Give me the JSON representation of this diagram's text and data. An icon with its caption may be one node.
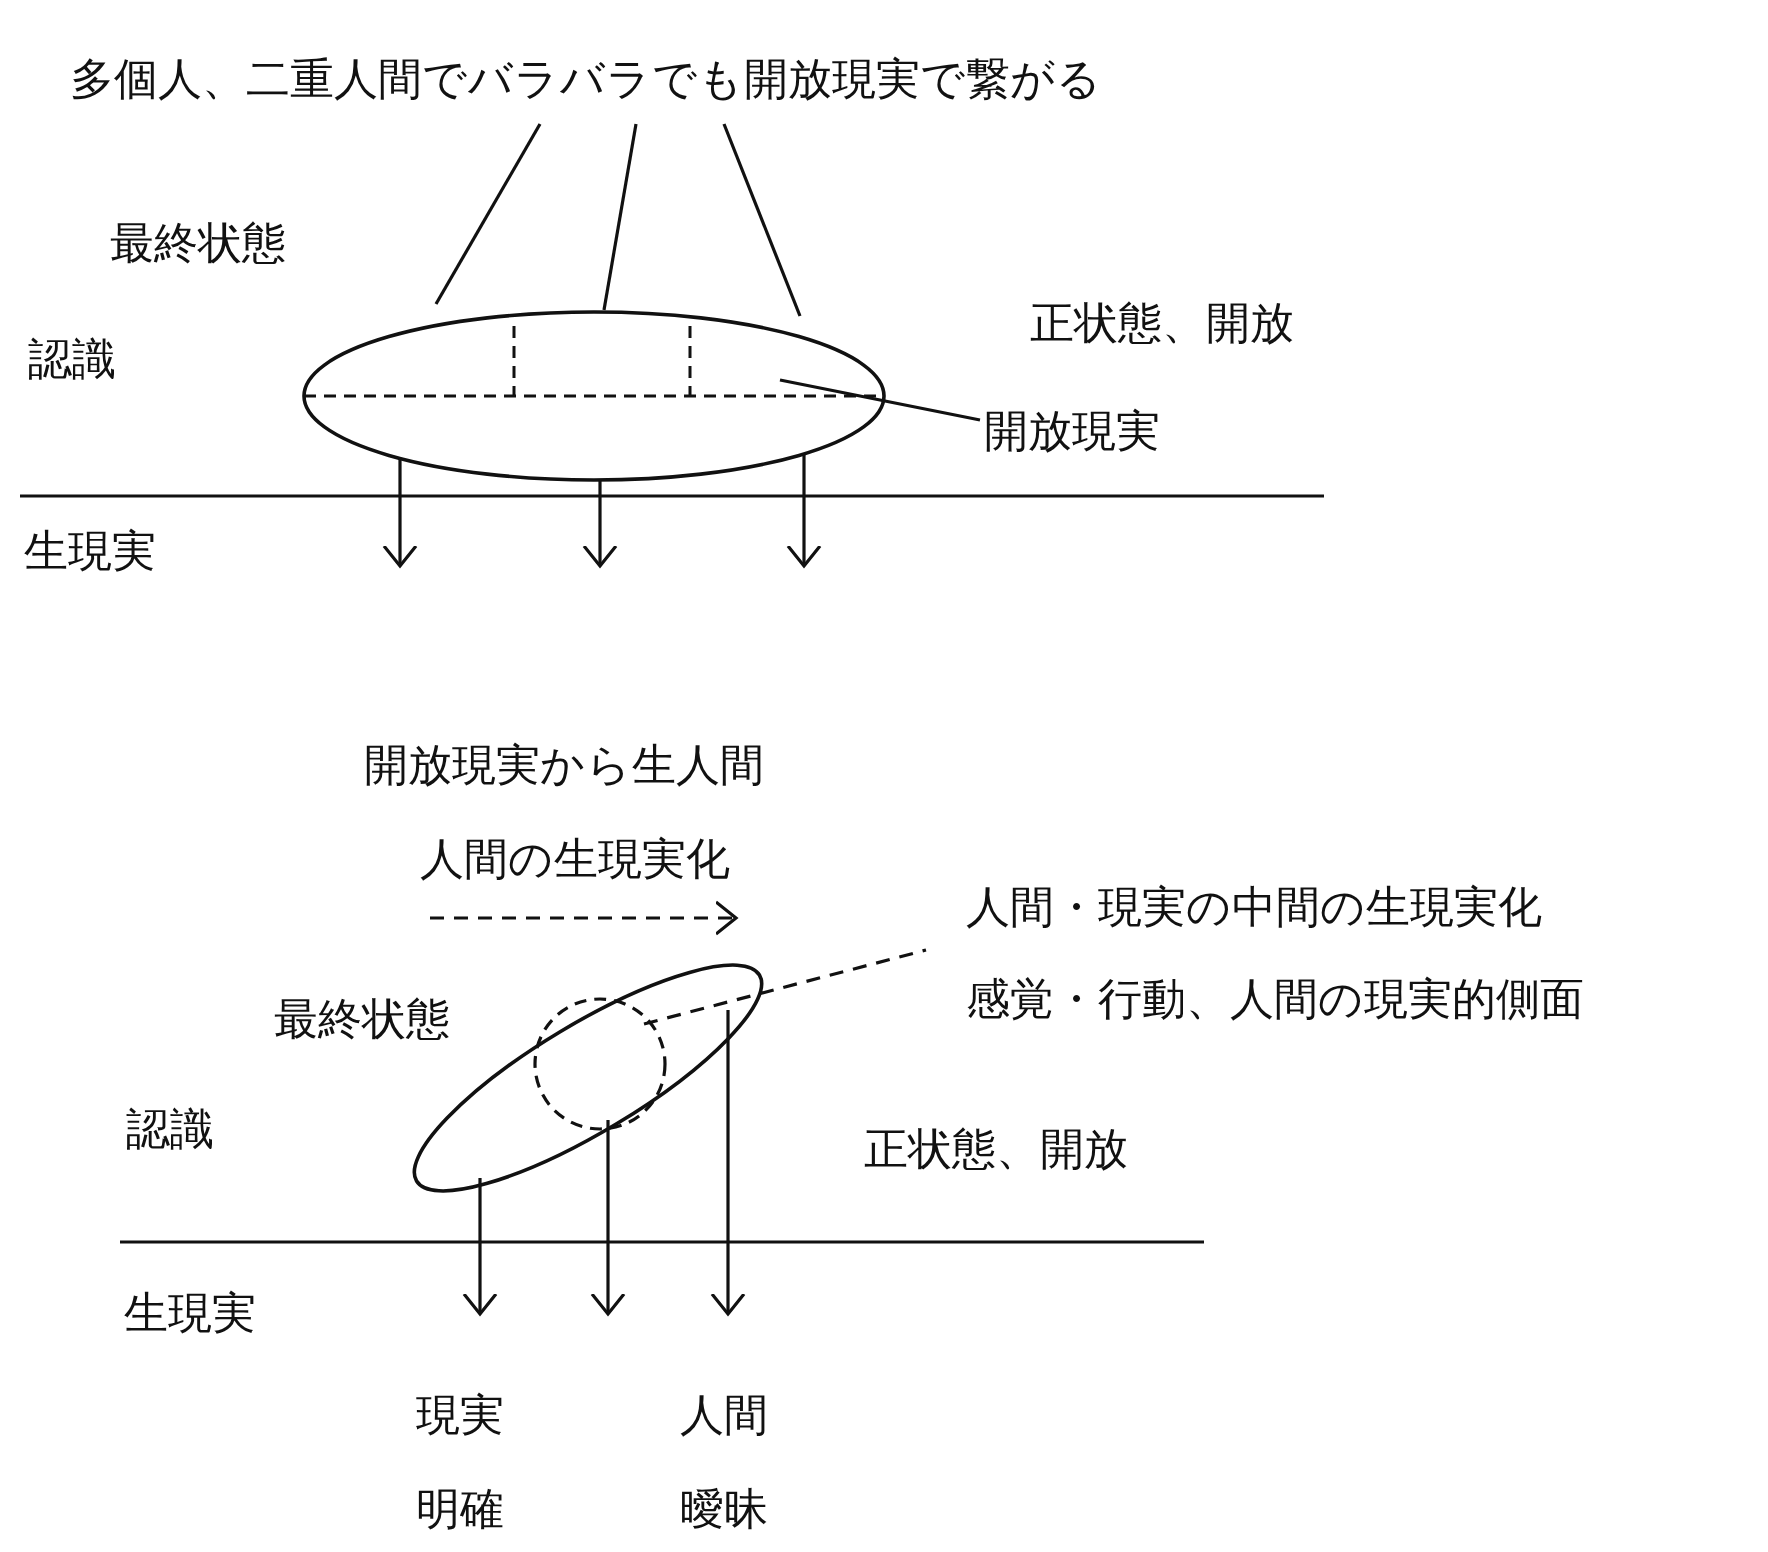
{
  "diagram": {
    "nodes": [
      {
        "text": [
          "多個人、二重人間でバラバラでも開放現実で繋がる"
        ]
      },
      {
        "text": [],
        "shape": "ellipse"
      },
      {
        "text": [
          "開放現実"
        ]
      },
      {
        "text": [
          "人間・現実の中間の生現実化",
          "感覚・行動、人間の現実的側面"
        ]
      },
      {
        "text": [],
        "shape": "ellipse"
      },
      {
        "text": [],
        "shape": "circle",
        "in": 4
      }
    ],
    "edges": [
      {
        "from": 0,
        "to": 1,
        "arrow": "none"
      },
      {
        "from": 0,
        "to": 1,
        "arrow": "none"
      },
      {
        "from": 0,
        "to": 1,
        "arrow": "none"
      },
      {
        "from": 2,
        "to": 1,
        "arrow": "none"
      },
      {
        "from": 1,
        "to": null,
        "arrow": "to"
      },
      {
        "from": 1,
        "to": null,
        "arrow": "to"
      },
      {
        "from": 1,
        "to": null,
        "arrow": "to"
      },
      {
        "from": 5,
        "to": 3,
        "arrow": "none",
        "style": "dashed"
      },
      {
        "from": 4,
        "to": null,
        "arrow": "to"
      },
      {
        "from": 4,
        "to": null,
        "arrow": "to"
      },
      {
        "from": 4,
        "to": null,
        "arrow": "to"
      }
    ],
    "labels": [
      "最終状態",
      "認識",
      "正状態、開放",
      "生現実",
      "開放現実から生人間",
      "人間の生現実化",
      "最終状態",
      "認識",
      "正状態、開放",
      "生現実",
      "現実",
      "人間",
      "明確",
      "曖昧"
    ]
  }
}
